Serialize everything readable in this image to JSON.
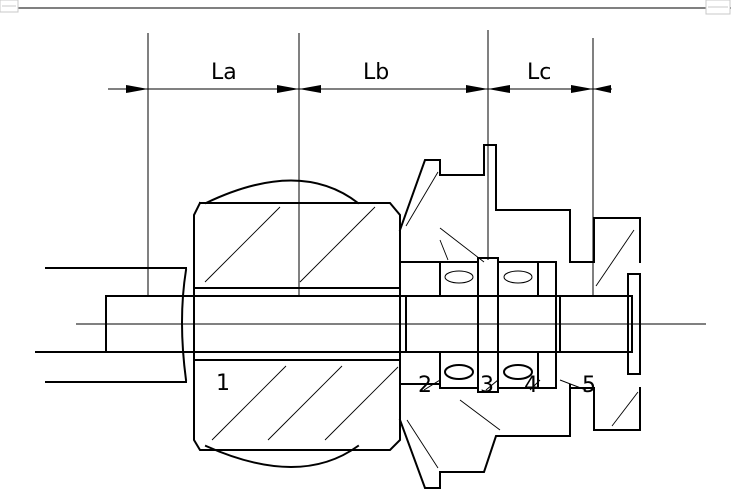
{
  "dimensions": [
    {
      "label": "La"
    },
    {
      "label": "Lb"
    },
    {
      "label": "Lc"
    }
  ],
  "part_numbers": [
    "1",
    "2",
    "3",
    "4",
    "5"
  ],
  "colors": {
    "line": "#000000",
    "background": "#ffffff",
    "frame": "#c8c8c8"
  }
}
